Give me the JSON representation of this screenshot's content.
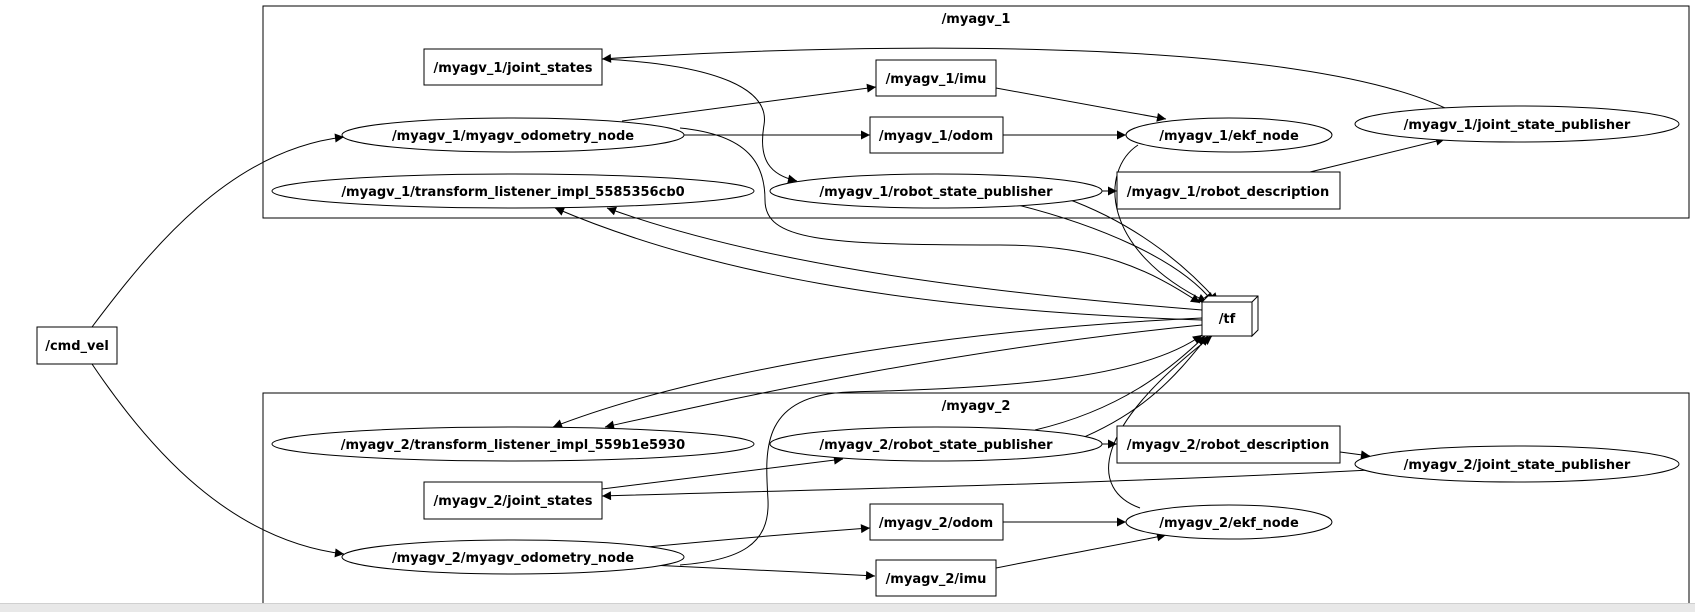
{
  "graph": {
    "clusters": [
      {
        "id": "cl1",
        "label": "/myagv_1"
      },
      {
        "id": "cl2",
        "label": "/myagv_2"
      }
    ],
    "nodes": [
      {
        "id": "cmd_vel",
        "label": "/cmd_vel",
        "shape": "box"
      },
      {
        "id": "tf",
        "label": "/tf",
        "shape": "box3d"
      },
      {
        "id": "a1_joint_states",
        "label": "/myagv_1/joint_states",
        "shape": "box"
      },
      {
        "id": "a1_imu",
        "label": "/myagv_1/imu",
        "shape": "box"
      },
      {
        "id": "a1_odom",
        "label": "/myagv_1/odom",
        "shape": "box"
      },
      {
        "id": "a1_robot_description",
        "label": "/myagv_1/robot_description",
        "shape": "box"
      },
      {
        "id": "a1_odometry_node",
        "label": "/myagv_1/myagv_odometry_node",
        "shape": "ellipse"
      },
      {
        "id": "a1_ekf_node",
        "label": "/myagv_1/ekf_node",
        "shape": "ellipse"
      },
      {
        "id": "a1_joint_state_publisher",
        "label": "/myagv_1/joint_state_publisher",
        "shape": "ellipse"
      },
      {
        "id": "a1_transform_listener",
        "label": "/myagv_1/transform_listener_impl_5585356cb0",
        "shape": "ellipse"
      },
      {
        "id": "a1_robot_state_publisher",
        "label": "/myagv_1/robot_state_publisher",
        "shape": "ellipse"
      },
      {
        "id": "a2_transform_listener",
        "label": "/myagv_2/transform_listener_impl_559b1e5930",
        "shape": "ellipse"
      },
      {
        "id": "a2_robot_state_publisher",
        "label": "/myagv_2/robot_state_publisher",
        "shape": "ellipse"
      },
      {
        "id": "a2_robot_description",
        "label": "/myagv_2/robot_description",
        "shape": "box"
      },
      {
        "id": "a2_joint_state_publisher",
        "label": "/myagv_2/joint_state_publisher",
        "shape": "ellipse"
      },
      {
        "id": "a2_joint_states",
        "label": "/myagv_2/joint_states",
        "shape": "box"
      },
      {
        "id": "a2_odom",
        "label": "/myagv_2/odom",
        "shape": "box"
      },
      {
        "id": "a2_ekf_node",
        "label": "/myagv_2/ekf_node",
        "shape": "ellipse"
      },
      {
        "id": "a2_odometry_node",
        "label": "/myagv_2/myagv_odometry_node",
        "shape": "ellipse"
      },
      {
        "id": "a2_imu",
        "label": "/myagv_2/imu",
        "shape": "box"
      }
    ],
    "edges": [
      {
        "from": "cmd_vel",
        "to": "a1_odometry_node"
      },
      {
        "from": "cmd_vel",
        "to": "a2_odometry_node"
      },
      {
        "from": "a1_odometry_node",
        "to": "a1_imu"
      },
      {
        "from": "a1_odometry_node",
        "to": "a1_odom"
      },
      {
        "from": "a1_odometry_node",
        "to": "tf"
      },
      {
        "from": "a1_imu",
        "to": "a1_ekf_node"
      },
      {
        "from": "a1_odom",
        "to": "a1_ekf_node"
      },
      {
        "from": "a1_ekf_node",
        "to": "tf"
      },
      {
        "from": "a1_joint_state_publisher",
        "to": "a1_joint_states"
      },
      {
        "from": "a1_joint_states",
        "to": "a1_robot_state_publisher"
      },
      {
        "from": "a1_robot_state_publisher",
        "to": "a1_robot_description"
      },
      {
        "from": "a1_robot_description",
        "to": "a1_joint_state_publisher"
      },
      {
        "from": "a1_robot_state_publisher",
        "to": "tf"
      },
      {
        "from": "tf",
        "to": "a1_transform_listener"
      },
      {
        "from": "tf",
        "to": "a2_transform_listener"
      },
      {
        "from": "a2_odometry_node",
        "to": "a2_odom"
      },
      {
        "from": "a2_odometry_node",
        "to": "a2_imu"
      },
      {
        "from": "a2_odometry_node",
        "to": "tf"
      },
      {
        "from": "a2_odom",
        "to": "a2_ekf_node"
      },
      {
        "from": "a2_imu",
        "to": "a2_ekf_node"
      },
      {
        "from": "a2_ekf_node",
        "to": "tf"
      },
      {
        "from": "a2_joint_state_publisher",
        "to": "a2_joint_states"
      },
      {
        "from": "a2_joint_states",
        "to": "a2_robot_state_publisher"
      },
      {
        "from": "a2_robot_state_publisher",
        "to": "a2_robot_description"
      },
      {
        "from": "a2_robot_description",
        "to": "a2_joint_state_publisher"
      },
      {
        "from": "a2_robot_state_publisher",
        "to": "tf"
      }
    ]
  }
}
